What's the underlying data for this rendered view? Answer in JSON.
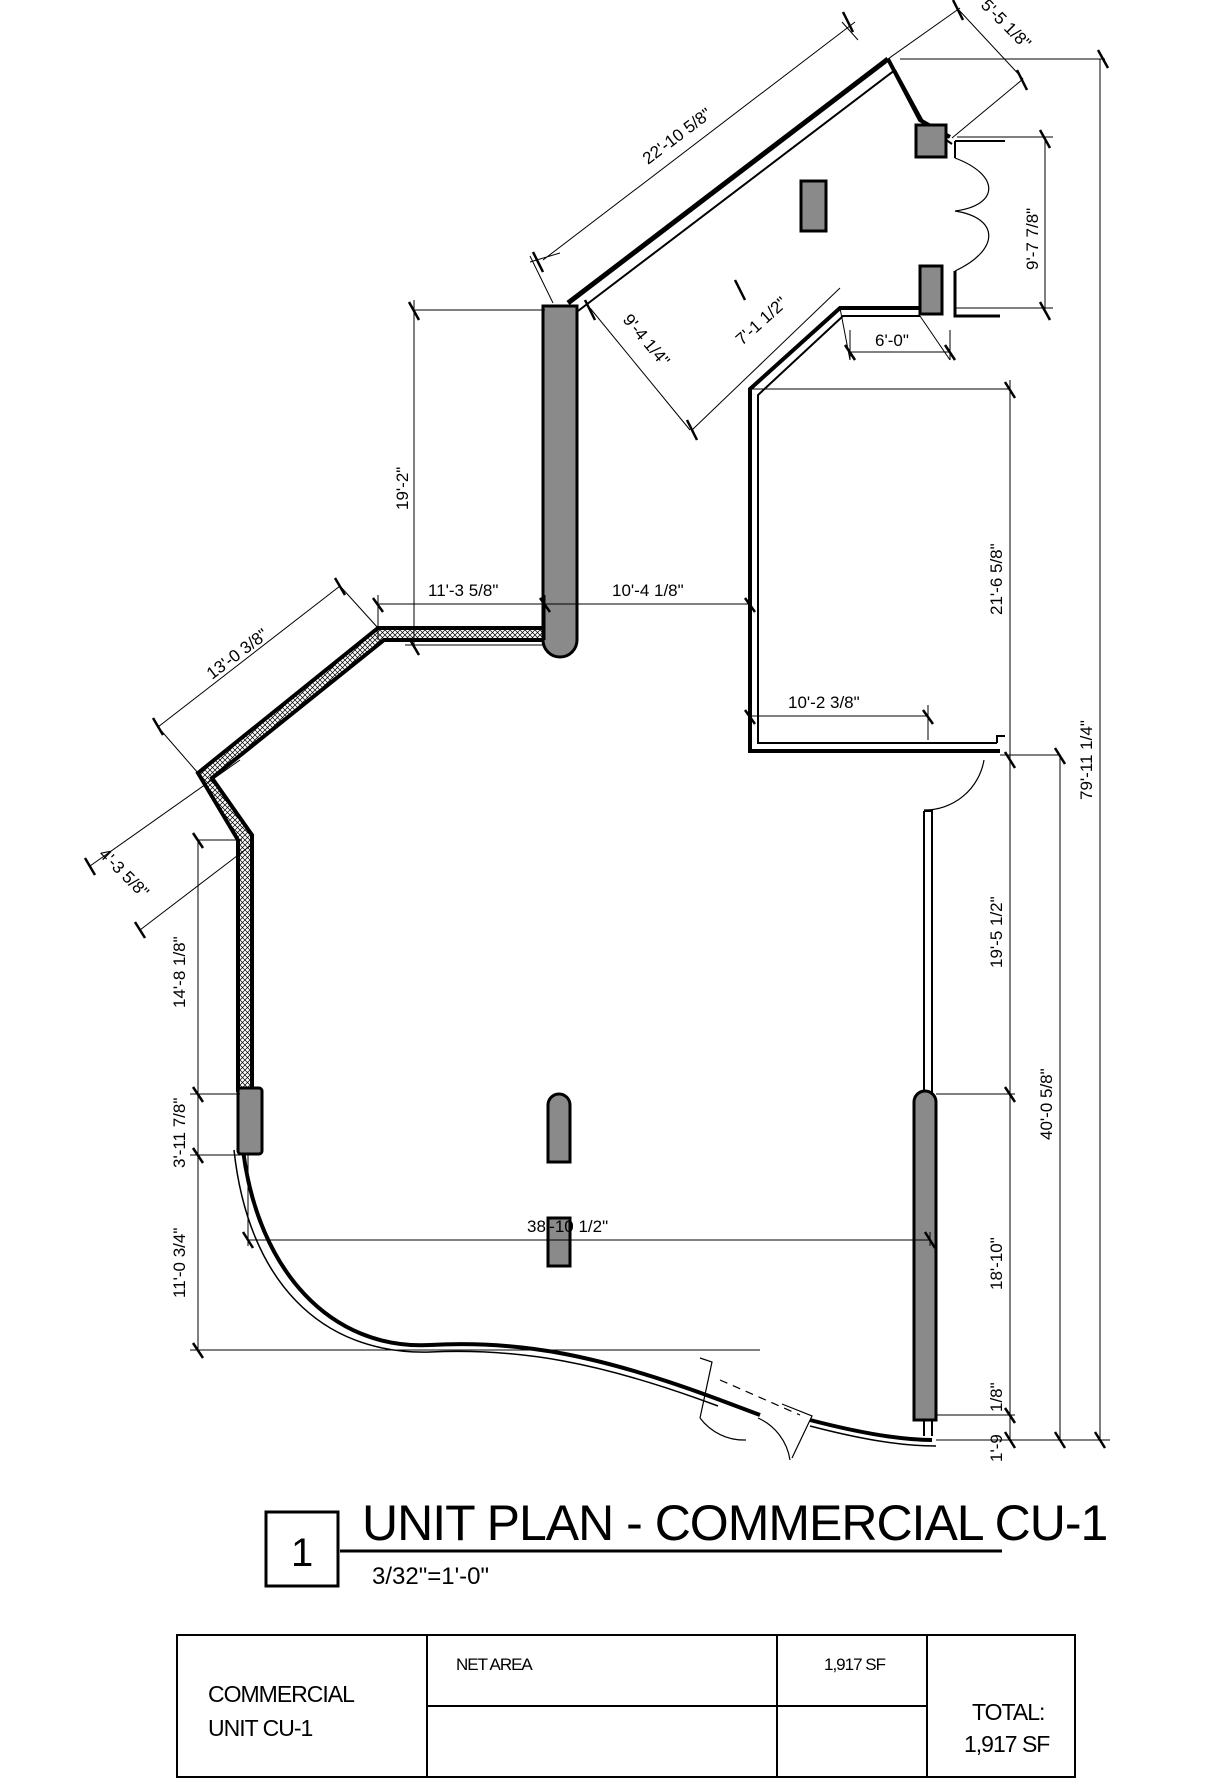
{
  "drawing": {
    "number": "1",
    "title": "UNIT PLAN - COMMERCIAL CU-1",
    "scale": "3/32\"=1'-0\""
  },
  "dimensions": {
    "top_diagonal": "22'-10 5/8\"",
    "top_right_diag": "5'-5 1/8\"",
    "entry_height": "9'-7 7/8\"",
    "entry_width": "6'-0\"",
    "upper_inner_diag": "7'-1 1/2\"",
    "upper_left_diag": "9'-4 1/4\"",
    "column_height": "19'-2\"",
    "left_upper_diag": "13'-0 3/8\"",
    "mid_left_run": "11'-3 5/8\"",
    "mid_right_run": "10'-4 1/8\"",
    "right_upper_height": "21'-6 5/8\"",
    "notch_width": "10'-2 3/8\"",
    "overall_height": "79'-11 1/4\"",
    "left_diag_small": "4'-3 5/8\"",
    "left_wall_height": "14'-8 1/8\"",
    "left_pier": "3'-11 7/8\"",
    "curve_height": "11'-0 3/4\"",
    "bottom_width": "38'-10 1/2\"",
    "right_mid_height": "19'-5 1/2\"",
    "right_total": "40'-0 5/8\"",
    "right_lower": "18'-10\"",
    "right_bottom_a": "1'-9",
    "right_bottom_b": "1/8\""
  },
  "schedule": {
    "unit_line1": "COMMERCIAL",
    "unit_line2": "UNIT CU-1",
    "area_label": "NET AREA",
    "area_value": "1,917 SF",
    "total_line1": "TOTAL:",
    "total_line2": "1,917 SF"
  },
  "colors": {
    "line": "#000000",
    "fill_column": "#8a8a8a"
  }
}
